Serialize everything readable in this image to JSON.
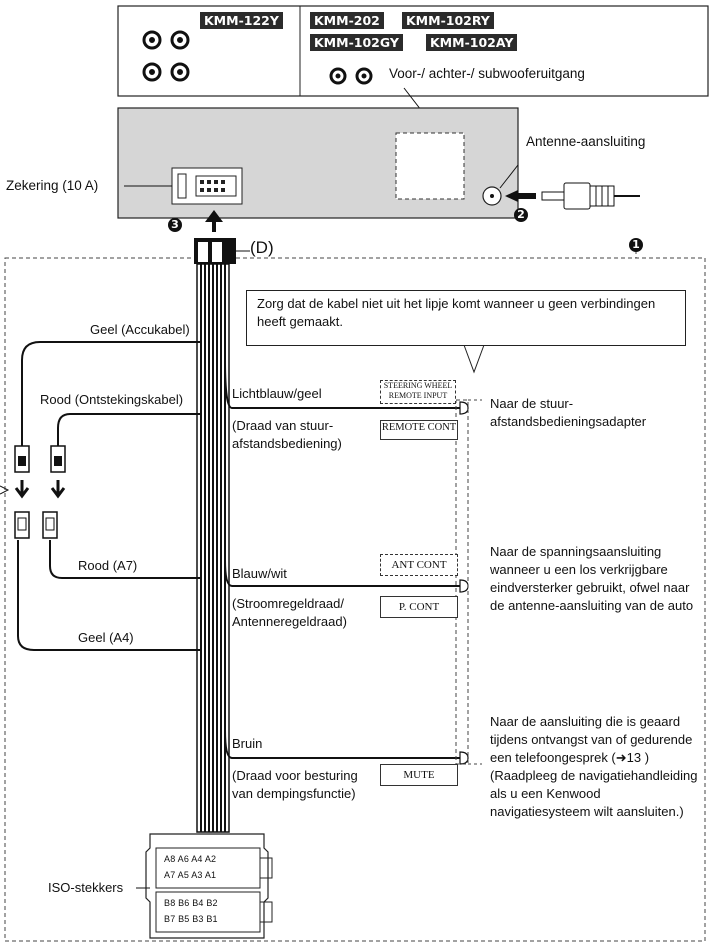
{
  "models": {
    "kmm122y": "KMM-122Y",
    "kmm202": "KMM-202",
    "kmm102ry": "KMM-102RY",
    "kmm102gy": "KMM-102GY",
    "kmm102ay": "KMM-102AY"
  },
  "labels": {
    "output": "Voor-/ achter-/ subwooferuitgang",
    "antenna": "Antenne-aansluiting",
    "fuse": "Zekering (10 A)",
    "connector_d": "(D)",
    "note": "Zorg dat de kabel niet uit het lipje komt wanneer u geen verbindingen heeft gemaakt.",
    "geel_accu": "Geel (Accukabel)",
    "rood_ontsteking": "Rood (Ontstekingskabel)",
    "rood_a7": "Rood (A7)",
    "geel_a4": "Geel (A4)",
    "iso": "ISO-stekkers"
  },
  "callouts": {
    "one": "1",
    "two": "2",
    "three": "3"
  },
  "wires": [
    {
      "name": "Lichtblauw/geel",
      "desc1": "(Draad van stuur-",
      "desc2": "afstandsbediening)",
      "box_top": "STEERING WHEEL REMOTE INPUT",
      "box": "REMOTE CONT",
      "dest": [
        "Naar de stuur-",
        "afstandsbedieningsadapter"
      ]
    },
    {
      "name": "Blauw/wit",
      "desc1": "(Stroomregeldraad/",
      "desc2": "Antenneregeldraad)",
      "box_top": "ANT CONT",
      "box": "P. CONT",
      "dest": [
        "Naar de spanningsaansluiting",
        "wanneer u een los verkrijgbare",
        "eindversterker gebruikt, ofwel naar",
        "de antenne-aansluiting van de auto"
      ]
    },
    {
      "name": "Bruin",
      "desc1": "(Draad voor besturing",
      "desc2": "van dempingsfunctie)",
      "box": "MUTE",
      "dest": [
        "Naar de aansluiting die is geaard",
        "tijdens ontvangst van of gedurende",
        "een telefoongesprek (➜13 )",
        "(Raadpleeg de navigatiehandleiding",
        "als u een Kenwood",
        "navigatiesysteem wilt aansluiten.)"
      ]
    }
  ],
  "iso_pins": {
    "a_row1": "A8 A6 A4 A2",
    "a_row2": "A7 A5 A3 A1",
    "b_row1": "B8 B6 B4 B2",
    "b_row2": "B7 B5 B3 B1"
  },
  "colors": {
    "ink": "#111111",
    "panel": "#d6d6d6",
    "label_bg": "#2b2b2b"
  }
}
